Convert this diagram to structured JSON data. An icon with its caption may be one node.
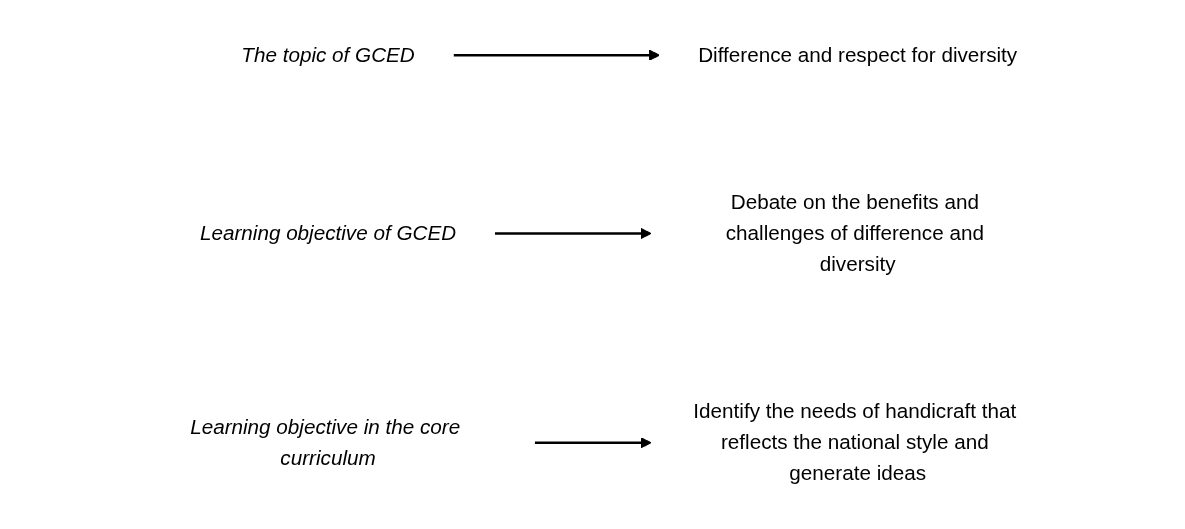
{
  "diagram": {
    "nodes": [
      {
        "text": [
          "The topic of GCED"
        ]
      },
      {
        "text": [
          "Difference and respect for diversity"
        ]
      },
      {
        "text": [
          "Learning objective of GCED"
        ]
      },
      {
        "text": [
          "Debate on the benefits and challenges of difference and diversity"
        ]
      },
      {
        "text": [
          "Identify the needs of handicraft that reflects the national style and generate ideas"
        ]
      },
      {
        "text": [
          "Learning objective in the core curriculum"
        ]
      }
    ],
    "edges": [
      {
        "from": 0,
        "to": 1,
        "arrow": "to"
      },
      {
        "from": 2,
        "to": 3,
        "arrow": "to"
      },
      {
        "from": 5,
        "to": 4,
        "arrow": "to"
      }
    ]
  }
}
